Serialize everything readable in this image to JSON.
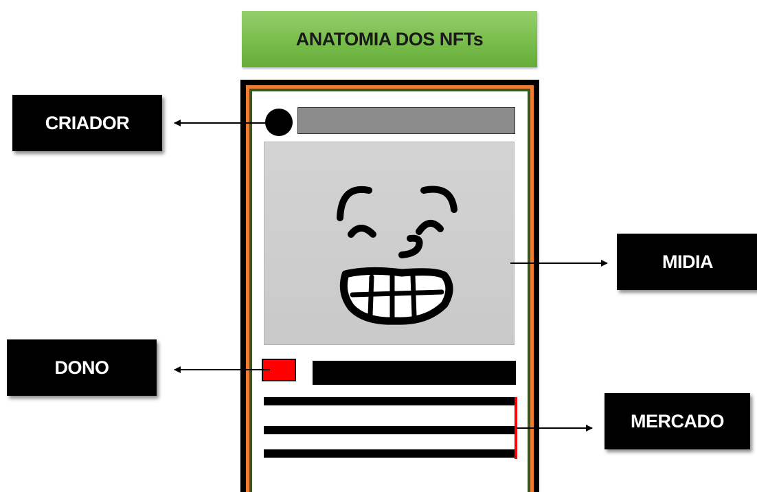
{
  "title": "ANATOMIA DOS NFTs",
  "labels": {
    "creator": "CRIADOR",
    "media": "MIDIA",
    "owner": "DONO",
    "market": "MERCADO"
  },
  "colors": {
    "title_bg": "#79bd4c",
    "label_bg": "#000000",
    "card_border_outer": "#000000",
    "card_border_orange": "#ed7d31",
    "card_border_green": "#375623",
    "creator_bar": "#8c8c8c",
    "media_bg": "#cfcfcf",
    "owner_badge": "#ff0000",
    "market_marker": "#ff0000"
  },
  "icons": {
    "creator_avatar": "avatar-circle-icon",
    "media_image": "grinning-face-icon",
    "owner_badge": "owner-badge-icon"
  }
}
